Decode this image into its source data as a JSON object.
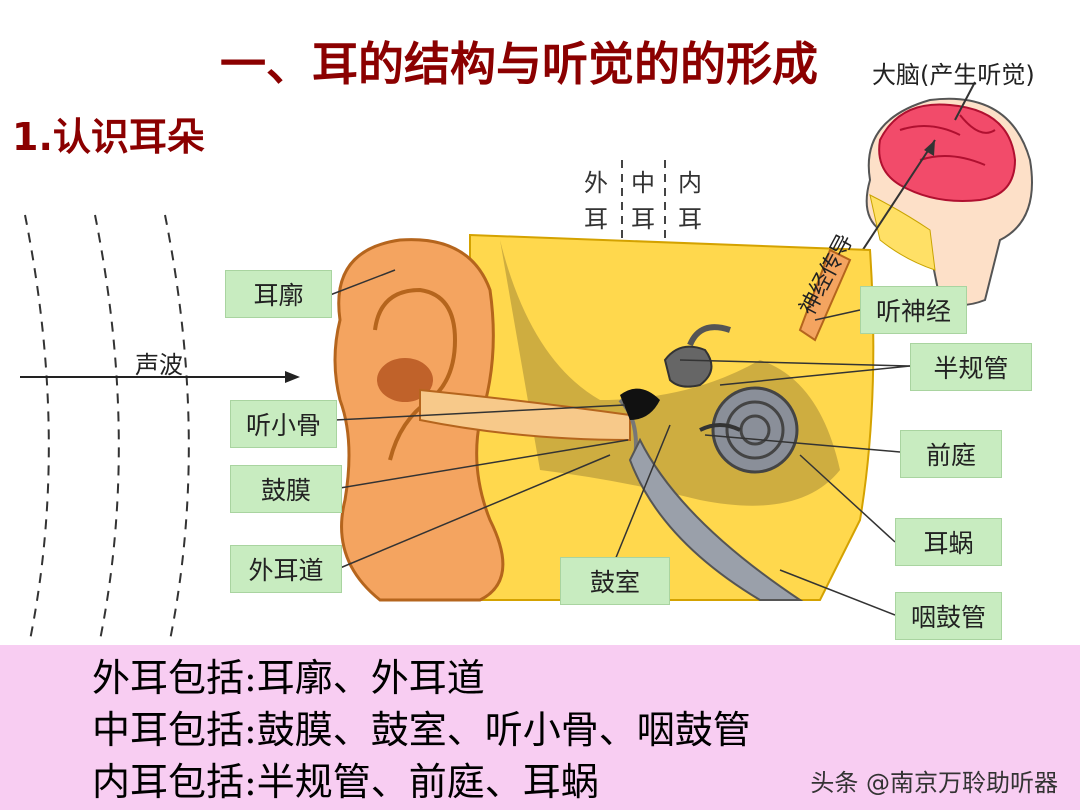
{
  "title": "一、耳的结构与听觉的的形成",
  "subtitle": "1.认识耳朵",
  "brain_label": "大脑(产生听觉)",
  "sound_wave_label": "声波",
  "nerve_conduction_label": "神经传导",
  "regions": {
    "outer": [
      "外",
      "耳"
    ],
    "middle": [
      "中",
      "耳"
    ],
    "inner": [
      "内",
      "耳"
    ]
  },
  "labels": {
    "pinna": "耳廓",
    "ossicles": "听小骨",
    "eardrum": "鼓膜",
    "ear_canal": "外耳道",
    "tympanic_cavity": "鼓室",
    "auditory_nerve": "听神经",
    "semicircular_canals": "半规管",
    "vestibule": "前庭",
    "cochlea": "耳蜗",
    "eustachian_tube": "咽鼓管"
  },
  "summary": {
    "outer": "外耳包括:耳廓、外耳道",
    "middle": "中耳包括:鼓膜、鼓室、听小骨、咽鼓管",
    "inner": "内耳包括:半规管、前庭、耳蜗"
  },
  "watermark": "头条 @南京万聆助听器",
  "colors": {
    "title": "#8b0000",
    "label_bg": "#c8ecc0",
    "summary_bg": "#f8cdf2",
    "skin": "#f4a460",
    "bone": "#ffd84d",
    "brain": "#f24b6a"
  }
}
